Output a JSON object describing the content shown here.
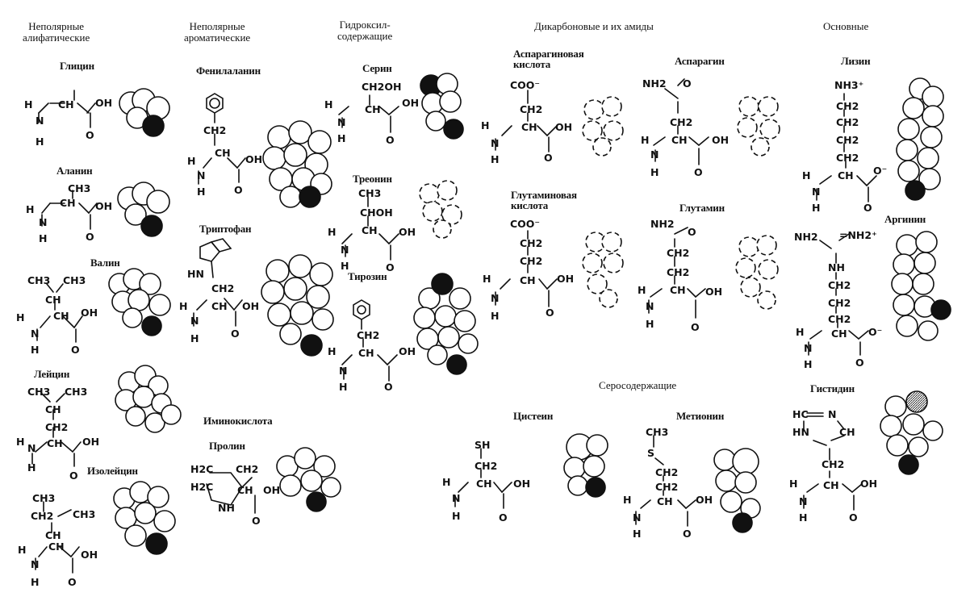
{
  "groups": {
    "nonpolar_aliphatic": "Неполярные\nалифатические",
    "nonpolar_aromatic": "Неполярные\nароматические",
    "hydroxyl": "Гидроксил-\nсодержащие",
    "dicarboxylic": "Дикарбоновые и их амиды",
    "basic": "Основные",
    "sulfur": "Серосодержащие",
    "imino": "Иминокислота"
  },
  "amino_acids": {
    "glycine": "Глицин",
    "alanine": "Аланин",
    "valine": "Валин",
    "leucine": "Лейцин",
    "isoleucine": "Изолейцин",
    "phenylalanine": "Фенилаланин",
    "tryptophan": "Триптофан",
    "proline": "Пролин",
    "serine": "Серин",
    "threonine": "Треонин",
    "tyrosine": "Тирозин",
    "aspartic": "Аспарагиновая\nкислота",
    "asparagine": "Аспарагин",
    "glutamic": "Глутаминовая\nкислота",
    "glutamine": "Глутамин",
    "cysteine": "Цистеин",
    "methionine": "Метионин",
    "lysine": "Лизин",
    "arginine": "Аргинин",
    "histidine": "Гистидин"
  },
  "chem": {
    "H": "H",
    "N": "N",
    "OH": "OH",
    "O": "O",
    "CH": "CH",
    "CH2": "CH2",
    "CH3": "CH3",
    "CHOH": "CHOH",
    "CH2OH": "CH2OH",
    "COO": "COO⁻",
    "O_minus": "O⁻",
    "NH2": "NH2",
    "NH3": "NH3⁺",
    "NH": "NH",
    "SH": "SH",
    "S": "S",
    "HN": "HN",
    "HC": "HC",
    "H2C": "H2C",
    "Oring": "O",
    "NH2plus": "=NH2⁺",
    "Nring": "N"
  }
}
